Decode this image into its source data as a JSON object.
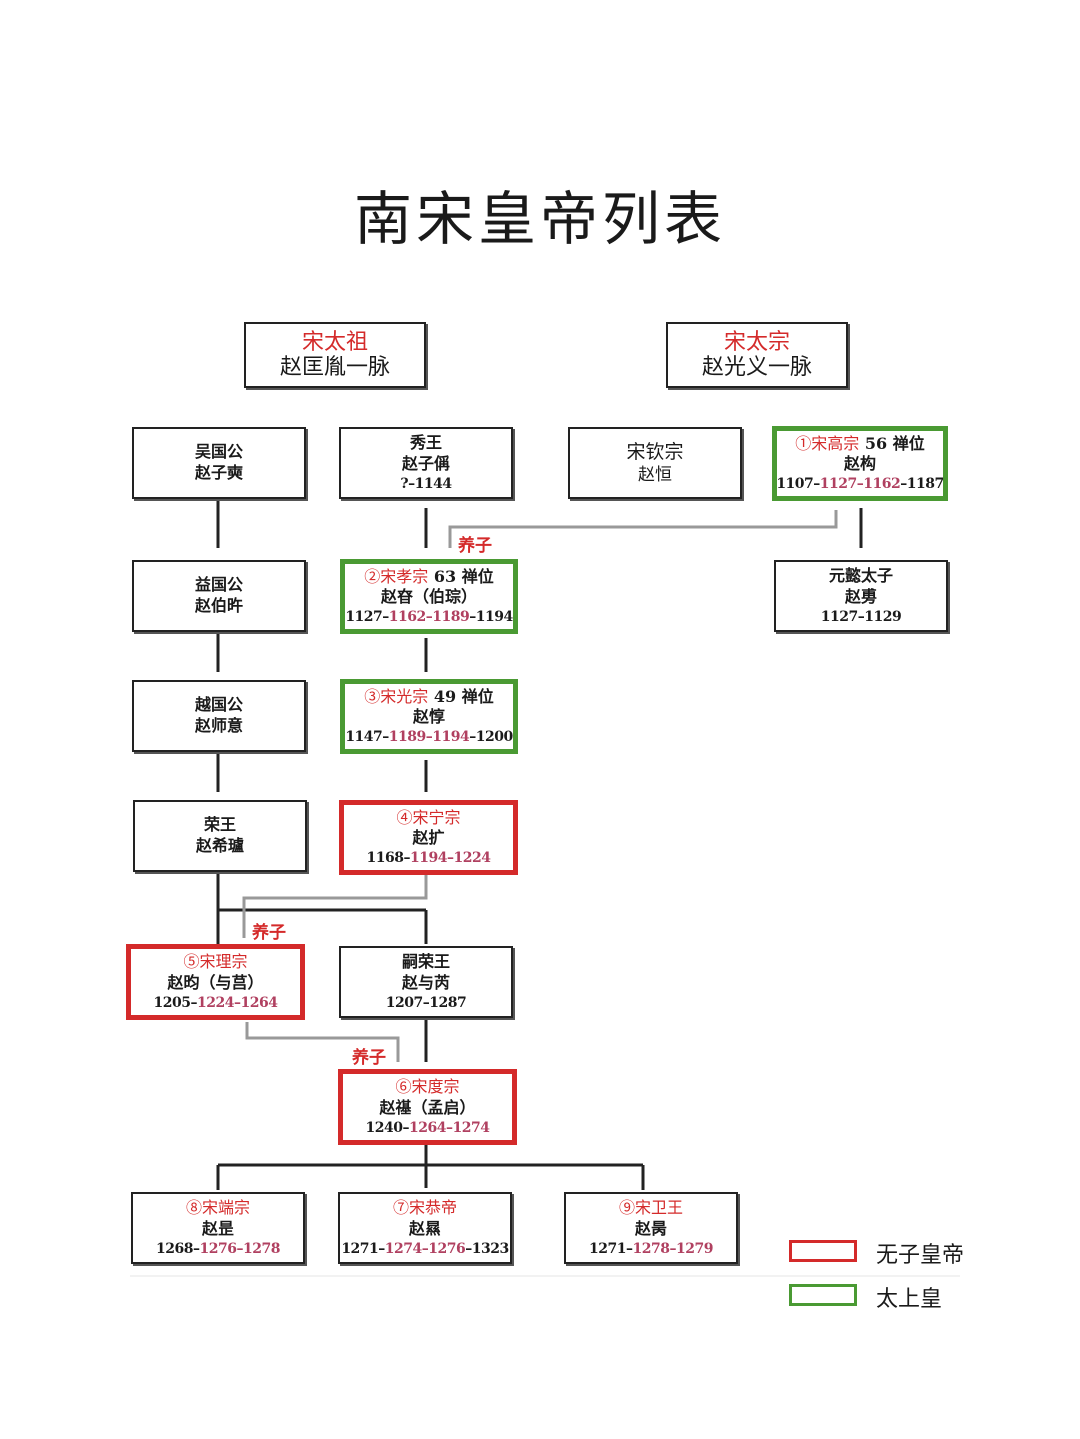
{
  "title": "南宋皇帝列表",
  "roots": {
    "taizu": {
      "name": "宋太祖",
      "line": "赵匡胤一脉"
    },
    "taizong": {
      "name": "宋太宗",
      "line": "赵光义一脉"
    }
  },
  "nodes": {
    "wuguogong": {
      "title": "吴国公",
      "name": "赵子奭"
    },
    "xiuwang": {
      "title": "秀王",
      "name": "赵子偁",
      "dates": "?–1144"
    },
    "qinzong": {
      "title": "宋钦宗",
      "name": "赵恒"
    },
    "gaozong": {
      "num": "①",
      "title": "宋高宗",
      "extra": "56 禅位",
      "name": "赵构",
      "d1": "1107–",
      "d2": "1127–1162",
      "d3": "–1187"
    },
    "yiguogong": {
      "title": "益国公",
      "name": "赵伯旿"
    },
    "xiaozong": {
      "num": "②",
      "title": "宋孝宗",
      "extra": "63 禅位",
      "name": "赵昚（伯琮）",
      "d1": "1127–",
      "d2": "1162–1189",
      "d3": "–1194"
    },
    "yuanyi": {
      "title": "元懿太子",
      "name": "赵旉",
      "dates": "1127–1129"
    },
    "yueguogong": {
      "title": "越国公",
      "name": "赵师意"
    },
    "guangzong": {
      "num": "③",
      "title": "宋光宗",
      "extra": "49 禅位",
      "name": "赵惇",
      "d1": "1147–",
      "d2": "1189–1194",
      "d3": "–1200"
    },
    "rongwang": {
      "title": "荣王",
      "name": "赵希瓐"
    },
    "ningzong": {
      "num": "④",
      "title": "宋宁宗",
      "name": "赵扩",
      "d1": "1168–",
      "d2": "1194–1224",
      "d3": ""
    },
    "lizong": {
      "num": "⑤",
      "title": "宋理宗",
      "name": "赵昀（与莒）",
      "d1": "1205–",
      "d2": "1224–1264",
      "d3": ""
    },
    "sirongwang": {
      "title": "嗣荣王",
      "name": "赵与芮",
      "dates": "1207–1287"
    },
    "duzong": {
      "num": "⑥",
      "title": "宋度宗",
      "name": "赵禥（孟启）",
      "d1": "1240–",
      "d2": "1264–1274",
      "d3": ""
    },
    "duanzong": {
      "num": "⑧",
      "title": "宋端宗",
      "name": "赵昰",
      "d1": "1268–",
      "d2": "1276–1278",
      "d3": ""
    },
    "gongdi": {
      "num": "⑦",
      "title": "宋恭帝",
      "name": "赵㬎",
      "d1": "1271–",
      "d2": "1274–1276",
      "d3": "–1323"
    },
    "weiwang": {
      "num": "⑨",
      "title": "宋卫王",
      "name": "赵昺",
      "d1": "1271–",
      "d2": "1278–1279",
      "d3": ""
    }
  },
  "adoption_label": "养子",
  "legend": {
    "red_label": "无子皇帝",
    "green_label": "太上皇"
  },
  "colors": {
    "no_son": "#d42a2a",
    "retired": "#4a9a33",
    "line": "#222222",
    "adopt_line": "#999999"
  }
}
